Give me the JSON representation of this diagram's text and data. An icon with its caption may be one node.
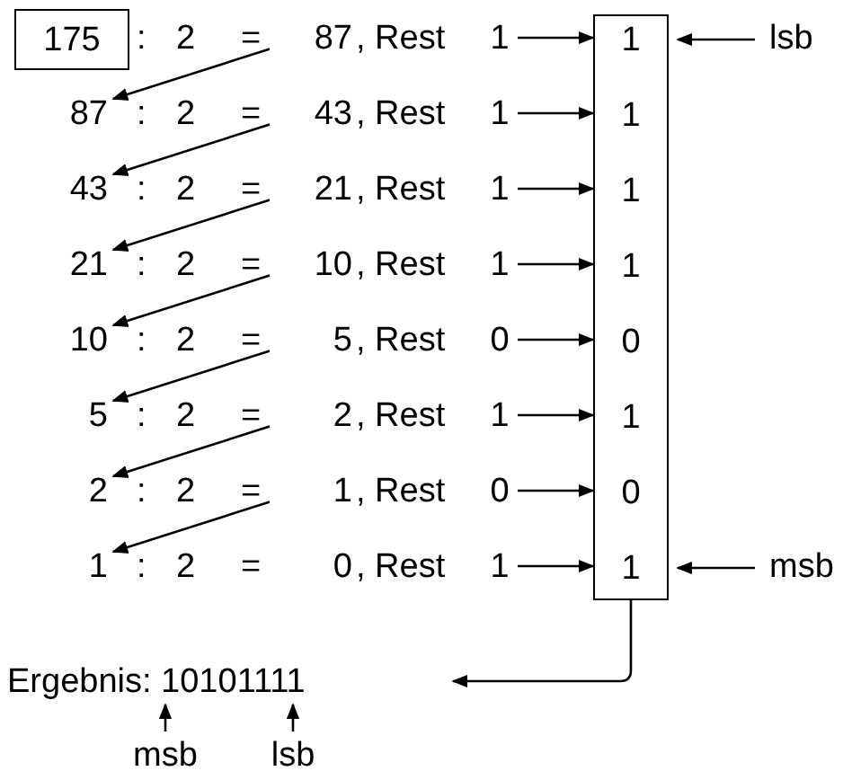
{
  "diagram": {
    "nodes": [
      {
        "text": [
          "175"
        ]
      },
      {
        "text": [
          "87"
        ]
      },
      {
        "text": [
          "1"
        ]
      },
      {
        "text": [
          "87"
        ]
      },
      {
        "text": [
          "43"
        ]
      },
      {
        "text": [
          "1"
        ]
      },
      {
        "text": [
          "43"
        ]
      },
      {
        "text": [
          "21"
        ]
      },
      {
        "text": [
          "1"
        ]
      },
      {
        "text": [
          "21"
        ]
      },
      {
        "text": [
          "10"
        ]
      },
      {
        "text": [
          "1"
        ]
      },
      {
        "text": [
          "10"
        ]
      },
      {
        "text": [
          "5"
        ]
      },
      {
        "text": [
          "0"
        ]
      },
      {
        "text": [
          "5"
        ]
      },
      {
        "text": [
          "2"
        ]
      },
      {
        "text": [
          "1"
        ]
      },
      {
        "text": [
          "2"
        ]
      },
      {
        "text": [
          "1"
        ]
      },
      {
        "text": [
          "0"
        ]
      },
      {
        "text": [
          "1"
        ]
      },
      {
        "text": [
          "0"
        ]
      },
      {
        "text": [
          "1"
        ]
      },
      {
        "text": [],
        "shape": "box"
      },
      {
        "text": [
          "1"
        ],
        "in": 24
      },
      {
        "text": [
          "1"
        ],
        "in": 24
      },
      {
        "text": [
          "1"
        ],
        "in": 24
      },
      {
        "text": [
          "1"
        ],
        "in": 24
      },
      {
        "text": [
          "0"
        ],
        "in": 24
      },
      {
        "text": [
          "1"
        ],
        "in": 24
      },
      {
        "text": [
          "0"
        ],
        "in": 24
      },
      {
        "text": [
          "1"
        ],
        "in": 24
      },
      {
        "text": [
          "lsb"
        ]
      },
      {
        "text": [
          "msb"
        ]
      },
      {
        "text": [
          "Ergebnis: 10101111"
        ]
      },
      {
        "text": [
          "msb"
        ]
      },
      {
        "text": [
          "lsb"
        ]
      }
    ],
    "edges": [
      {
        "from": 1,
        "to": 3,
        "arrow": "to"
      },
      {
        "from": 4,
        "to": 6,
        "arrow": "to"
      },
      {
        "from": 7,
        "to": 9,
        "arrow": "to"
      },
      {
        "from": 10,
        "to": 12,
        "arrow": "to"
      },
      {
        "from": 13,
        "to": 15,
        "arrow": "to"
      },
      {
        "from": 16,
        "to": 18,
        "arrow": "to"
      },
      {
        "from": 19,
        "to": 21,
        "arrow": "to"
      },
      {
        "from": 2,
        "to": 25,
        "arrow": "to"
      },
      {
        "from": 5,
        "to": 26,
        "arrow": "to"
      },
      {
        "from": 8,
        "to": 27,
        "arrow": "to"
      },
      {
        "from": 11,
        "to": 28,
        "arrow": "to"
      },
      {
        "from": 14,
        "to": 29,
        "arrow": "to"
      },
      {
        "from": 17,
        "to": 30,
        "arrow": "to"
      },
      {
        "from": 20,
        "to": 31,
        "arrow": "to"
      },
      {
        "from": 23,
        "to": 32,
        "arrow": "to"
      },
      {
        "from": 33,
        "to": 25,
        "arrow": "to"
      },
      {
        "from": 34,
        "to": 32,
        "arrow": "to"
      },
      {
        "from": 24,
        "to": 35,
        "arrow": "to"
      },
      {
        "from": 36,
        "to": 35,
        "arrow": "to"
      },
      {
        "from": 37,
        "to": 35,
        "arrow": "to"
      }
    ],
    "labels": [
      ":",
      "2",
      "=",
      ", Rest",
      ":",
      "2",
      "=",
      ", Rest",
      ":",
      "2",
      "=",
      ", Rest",
      ":",
      "2",
      "=",
      ", Rest",
      ":",
      "2",
      "=",
      ", Rest",
      ":",
      "2",
      "=",
      ", Rest",
      ":",
      "2",
      "=",
      ", Rest",
      ":",
      "2",
      "=",
      ", Rest"
    ]
  }
}
